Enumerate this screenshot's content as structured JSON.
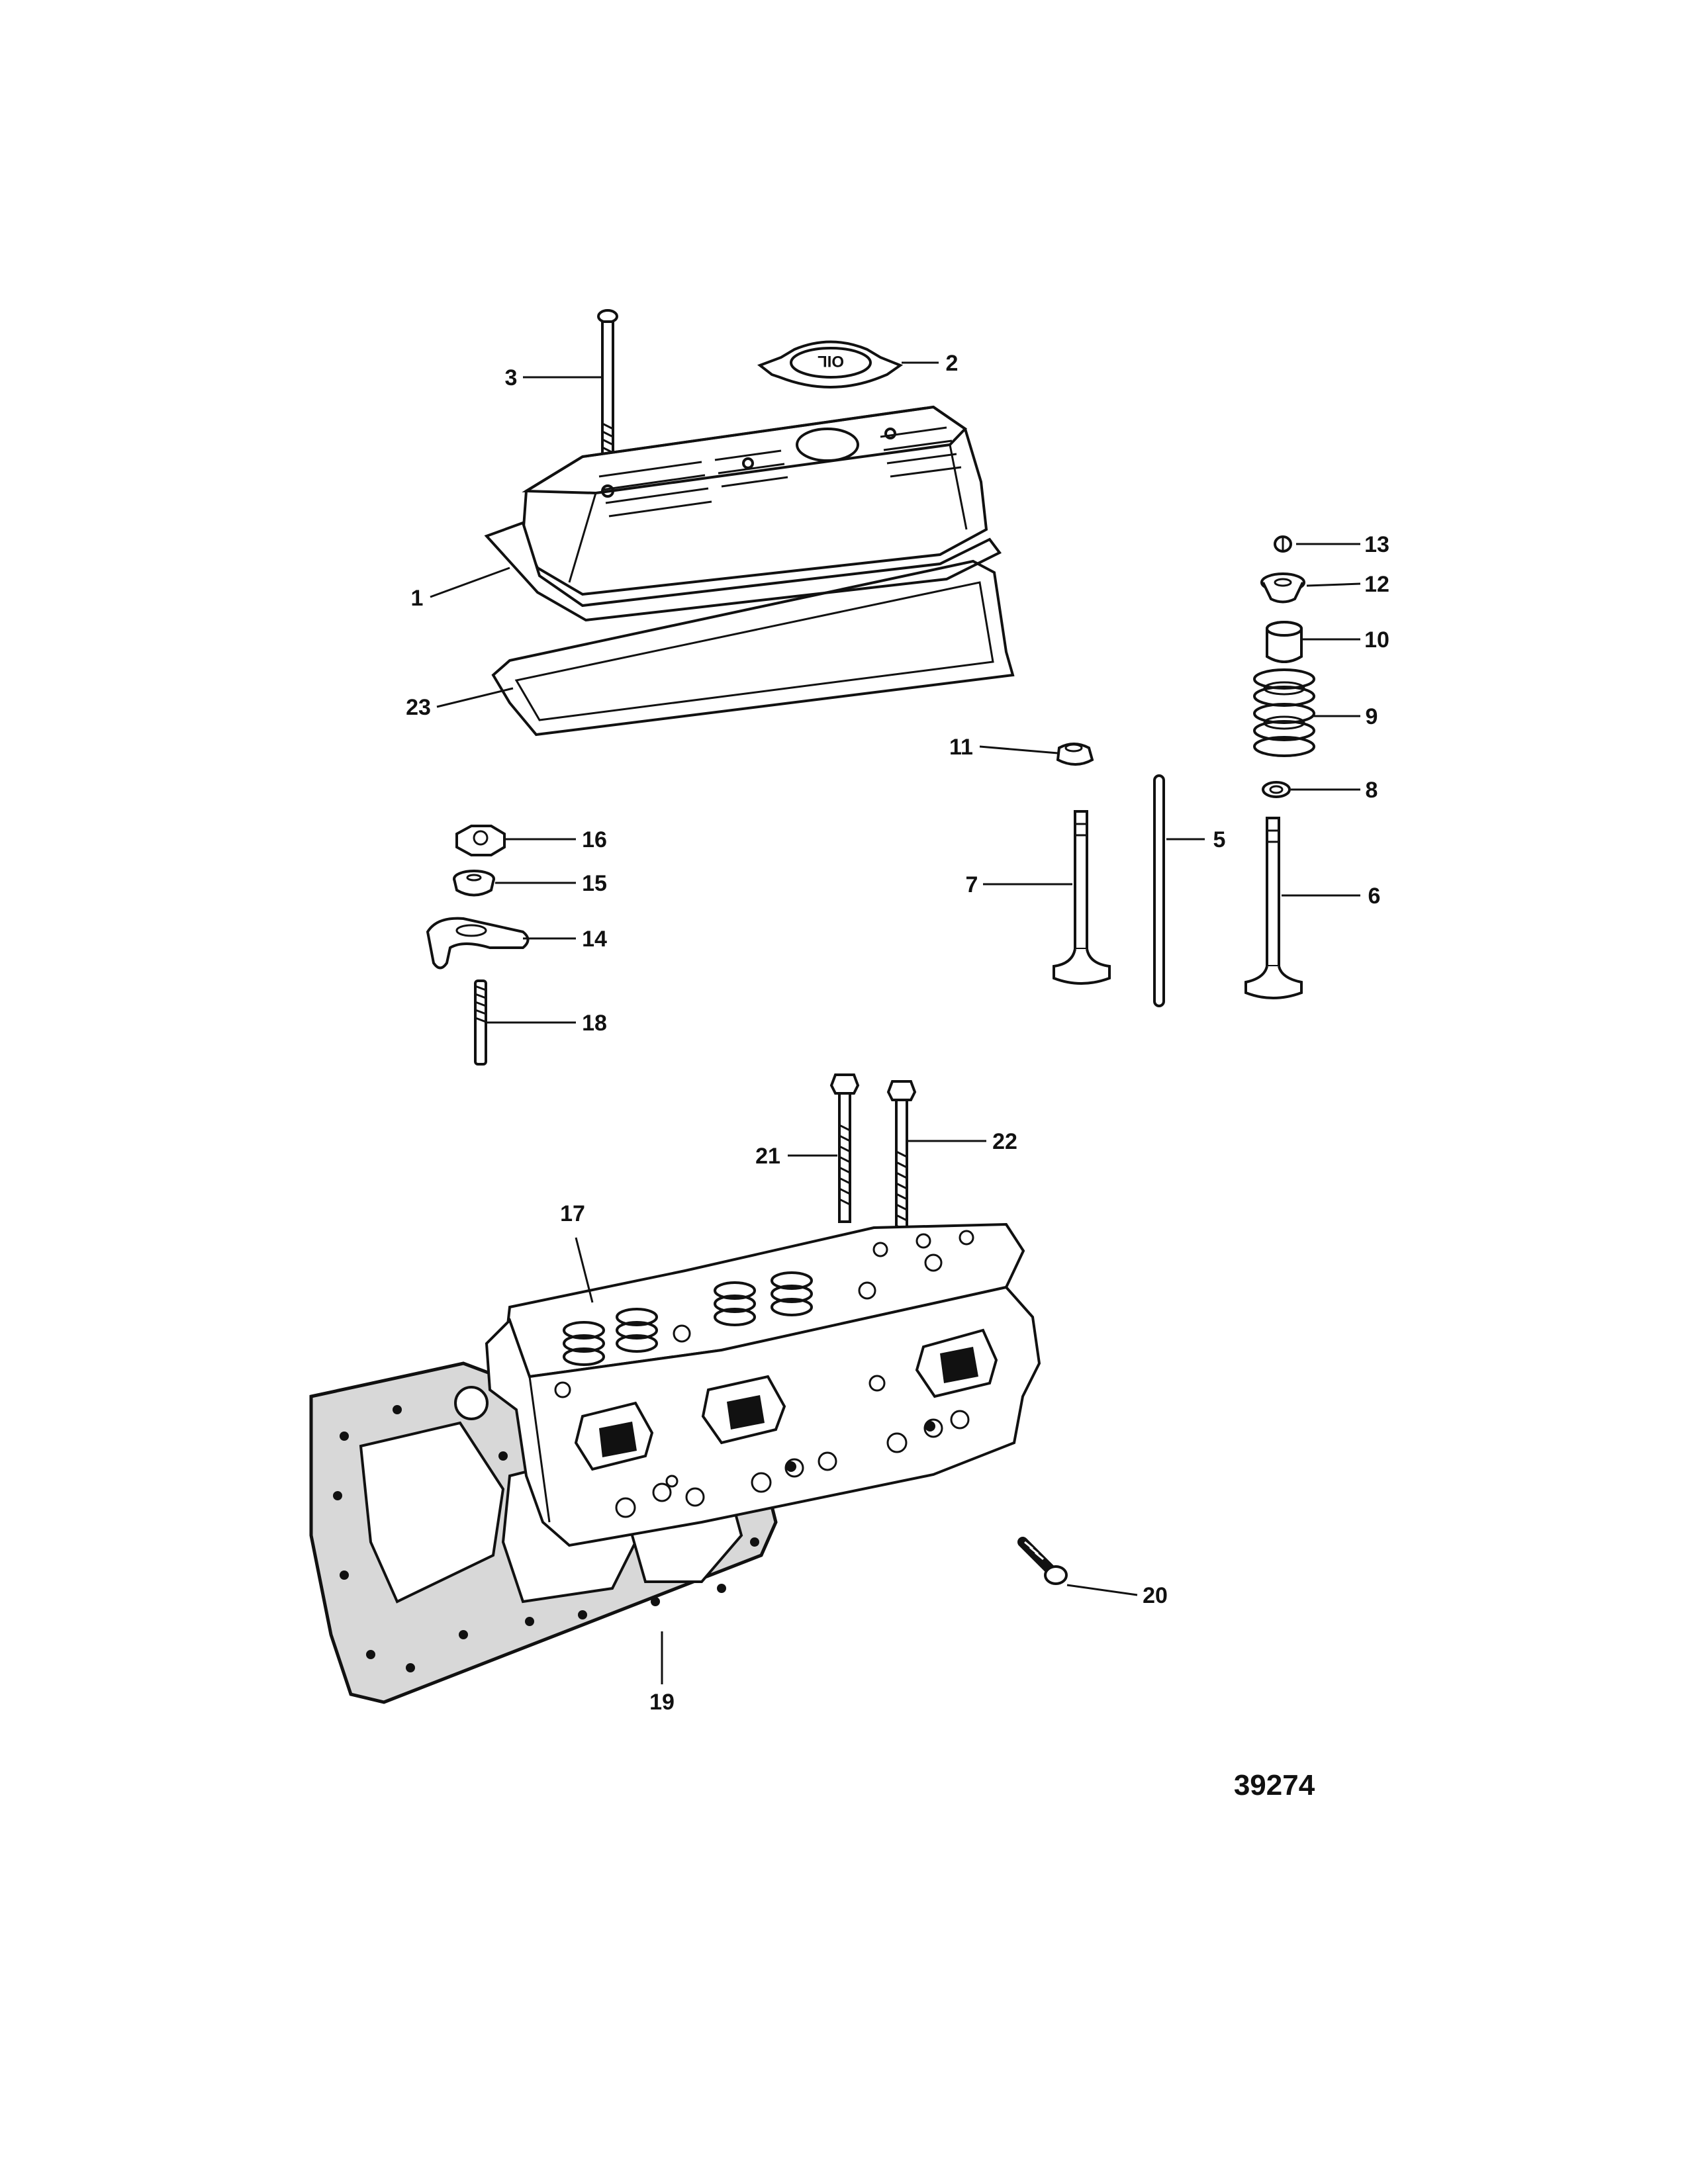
{
  "figure_number": "39274",
  "oil_cap_text": "OIL",
  "callouts": [
    {
      "id": "c1",
      "label": "1"
    },
    {
      "id": "c2",
      "label": "2"
    },
    {
      "id": "c3",
      "label": "3"
    },
    {
      "id": "c5",
      "label": "5"
    },
    {
      "id": "c6",
      "label": "6"
    },
    {
      "id": "c7",
      "label": "7"
    },
    {
      "id": "c8",
      "label": "8"
    },
    {
      "id": "c9",
      "label": "9"
    },
    {
      "id": "c10",
      "label": "10"
    },
    {
      "id": "c11",
      "label": "11"
    },
    {
      "id": "c12",
      "label": "12"
    },
    {
      "id": "c13",
      "label": "13"
    },
    {
      "id": "c14",
      "label": "14"
    },
    {
      "id": "c15",
      "label": "15"
    },
    {
      "id": "c16",
      "label": "16"
    },
    {
      "id": "c17",
      "label": "17"
    },
    {
      "id": "c18",
      "label": "18"
    },
    {
      "id": "c19",
      "label": "19"
    },
    {
      "id": "c20",
      "label": "20"
    },
    {
      "id": "c21",
      "label": "21"
    },
    {
      "id": "c22",
      "label": "22"
    },
    {
      "id": "c23",
      "label": "23"
    }
  ]
}
